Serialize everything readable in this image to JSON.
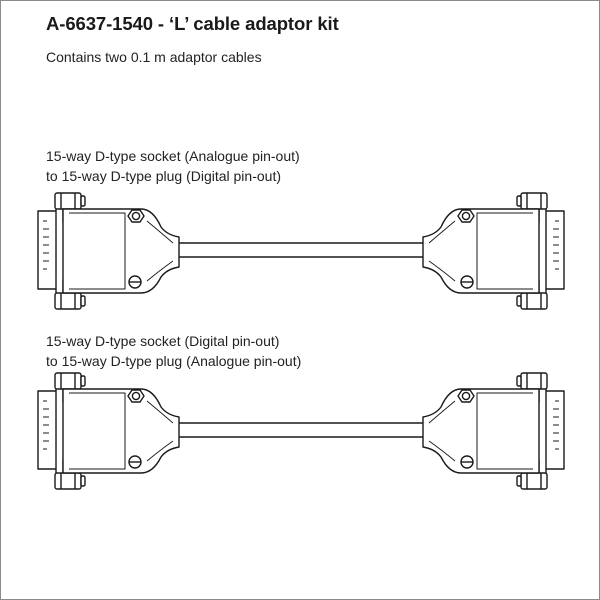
{
  "header": {
    "title": "A-6637-1540 - ‘L’ cable adaptor kit",
    "subtitle": "Contains two 0.1 m adaptor cables"
  },
  "cables": [
    {
      "line1": "15-way D-type socket (Analogue pin-out)",
      "line2": "to 15-way D-type plug (Digital pin-out)",
      "left_connector": "15-way D-type socket",
      "right_connector": "15-way D-type plug"
    },
    {
      "line1": "15-way D-type socket (Digital pin-out)",
      "line2": "to 15-way D-type plug (Analogue pin-out)",
      "left_connector": "15-way D-type socket",
      "right_connector": "15-way D-type plug"
    }
  ],
  "colors": {
    "line": "#1a1a1a",
    "border": "#8a8a8a",
    "background": "#ffffff"
  }
}
